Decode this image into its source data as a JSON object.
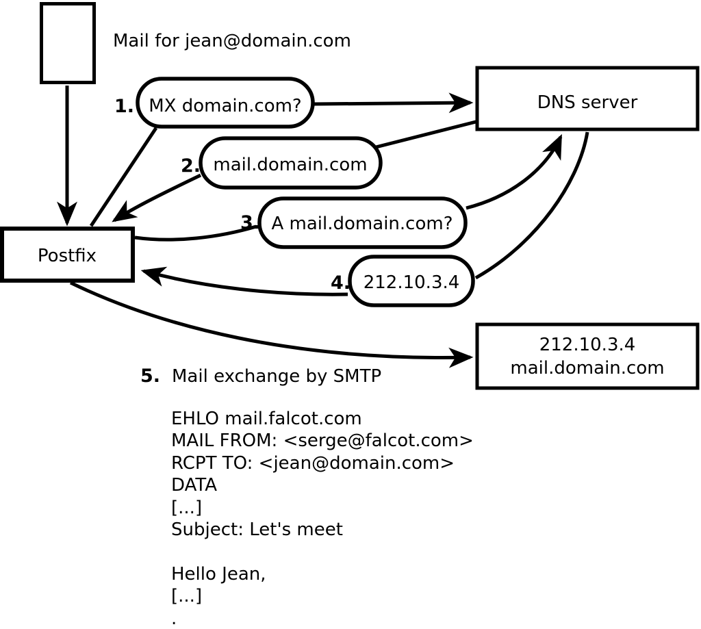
{
  "colors": {
    "background": "#ffffff",
    "stroke": "#000000",
    "text": "#000000"
  },
  "header": {
    "note": "Mail for jean@domain.com"
  },
  "nodes": {
    "envelope": {
      "description": "envelope-rectangle"
    },
    "postfix": {
      "label": "Postfix"
    },
    "dns": {
      "label": "DNS server"
    },
    "mail_server": {
      "line1": "212.10.3.4",
      "line2": "mail.domain.com"
    }
  },
  "steps": [
    {
      "num": "1.",
      "label": "MX domain.com?"
    },
    {
      "num": "2.",
      "label": "mail.domain.com"
    },
    {
      "num": "3.",
      "label": "A mail.domain.com?"
    },
    {
      "num": "4.",
      "label": "212.10.3.4"
    },
    {
      "num": "5.",
      "label": "Mail exchange by SMTP"
    }
  ],
  "smtp_session": {
    "lines": [
      "EHLO mail.falcot.com",
      "MAIL FROM: <serge@falcot.com>",
      "RCPT TO: <jean@domain.com>",
      "DATA",
      "[...]",
      "Subject: Let's meet",
      "",
      "Hello Jean,",
      "[...]",
      "."
    ]
  }
}
